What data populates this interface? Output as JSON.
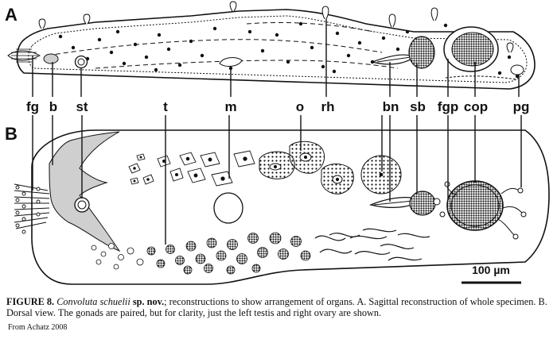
{
  "panels": {
    "a": {
      "letter": "A"
    },
    "b": {
      "letter": "B"
    }
  },
  "organ_labels": [
    "fg",
    "b",
    "st",
    "t",
    "m",
    "o",
    "rh",
    "bn",
    "sb",
    "fgp",
    "cop",
    "pg"
  ],
  "scale_bar": {
    "label": "100 µm"
  },
  "caption": {
    "figure_label": "FIGURE 8.",
    "species": "Convoluta schuelii",
    "nov": "sp. nov.",
    "text": "; reconstructions to show arrangement of organs. A. Sagittal reconstruction of whole specimen. B. Dorsal view. The gonads are paired, but for clarity, just the left testis and right ovary are shown."
  },
  "source": "From Achatz 2008",
  "colors": {
    "ink": "#111111",
    "organ_gray": "#cfcfcf",
    "dark_fill": "#333333"
  }
}
